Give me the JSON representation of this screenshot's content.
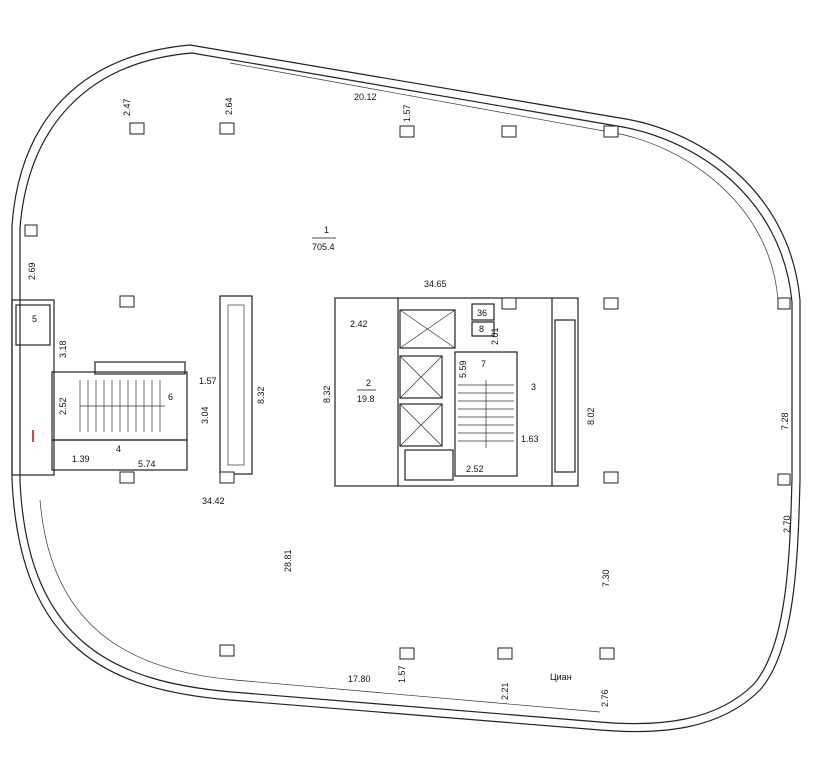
{
  "rooms": [
    {
      "id": "1",
      "area": "705.4"
    },
    {
      "id": "2",
      "area": "19.8"
    },
    {
      "id": "3"
    },
    {
      "id": "4"
    },
    {
      "id": "5"
    },
    {
      "id": "6"
    },
    {
      "id": "7"
    },
    {
      "id": "36"
    },
    {
      "id": "8"
    }
  ],
  "dims": {
    "d_2_47": "2.47",
    "d_2_64": "2.64",
    "d_20_12": "20.12",
    "d_1_57_top": "1.57",
    "d_2_69": "2.69",
    "d_34_65": "34.65",
    "d_3_18": "3.18",
    "d_2_42": "2.42",
    "d_2_01": "2.01",
    "d_1_57_mid": "1.57",
    "d_8_32_a": "8.32",
    "d_8_32_b": "8.32",
    "d_5_59": "5.59",
    "d_2_52_left": "2.52",
    "d_3_04": "3.04",
    "d_8_02": "8.02",
    "d_7_28": "7.28",
    "d_1_63": "1.63",
    "d_1_39": "1.39",
    "d_5_74": "5.74",
    "d_2_52_core": "2.52",
    "d_34_42": "34.42",
    "d_2_70": "2.70",
    "d_28_81": "28.81",
    "d_7_30": "7.30",
    "d_17_80": "17.80",
    "d_1_57_bot": "1.57",
    "d_2_21": "2.21",
    "d_2_76": "2.76"
  },
  "watermark": "Циан"
}
